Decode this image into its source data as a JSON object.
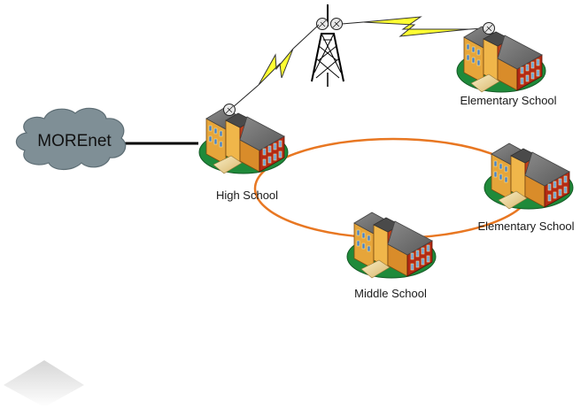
{
  "diagram": {
    "title": "",
    "cloud": {
      "label": "MOREnet",
      "fill": "#7f8f96",
      "stroke": "#5e6e75"
    },
    "tower": {
      "label": ""
    },
    "nodes": [
      {
        "id": "high-school",
        "label": "High School",
        "wireless": true
      },
      {
        "id": "elementary-school-wireless",
        "label": "Elementary School",
        "wireless": true
      },
      {
        "id": "elementary-school-ring",
        "label": "Elementary School",
        "wireless": false
      },
      {
        "id": "middle-school",
        "label": "Middle School",
        "wireless": false
      }
    ],
    "links": [
      {
        "from": "MOREnet",
        "to": "High School",
        "type": "wired",
        "color": "#000000"
      },
      {
        "from": "High School",
        "to": "Tower",
        "type": "wireless",
        "color": "#ffff33"
      },
      {
        "from": "Tower",
        "to": "Elementary School",
        "type": "wireless",
        "color": "#ffff33"
      },
      {
        "from": "ring",
        "to": "High School, Elementary School, Middle School",
        "type": "fiber-ring",
        "color": "#e87722"
      }
    ],
    "colors": {
      "ring": "#e87722",
      "lightning": "#ffff33",
      "grass": "#1f8a3a",
      "roof": "#6f6f6f",
      "wall_light": "#e6a53a",
      "wall_dark": "#b32a14",
      "window": "#4a7fc1"
    }
  }
}
